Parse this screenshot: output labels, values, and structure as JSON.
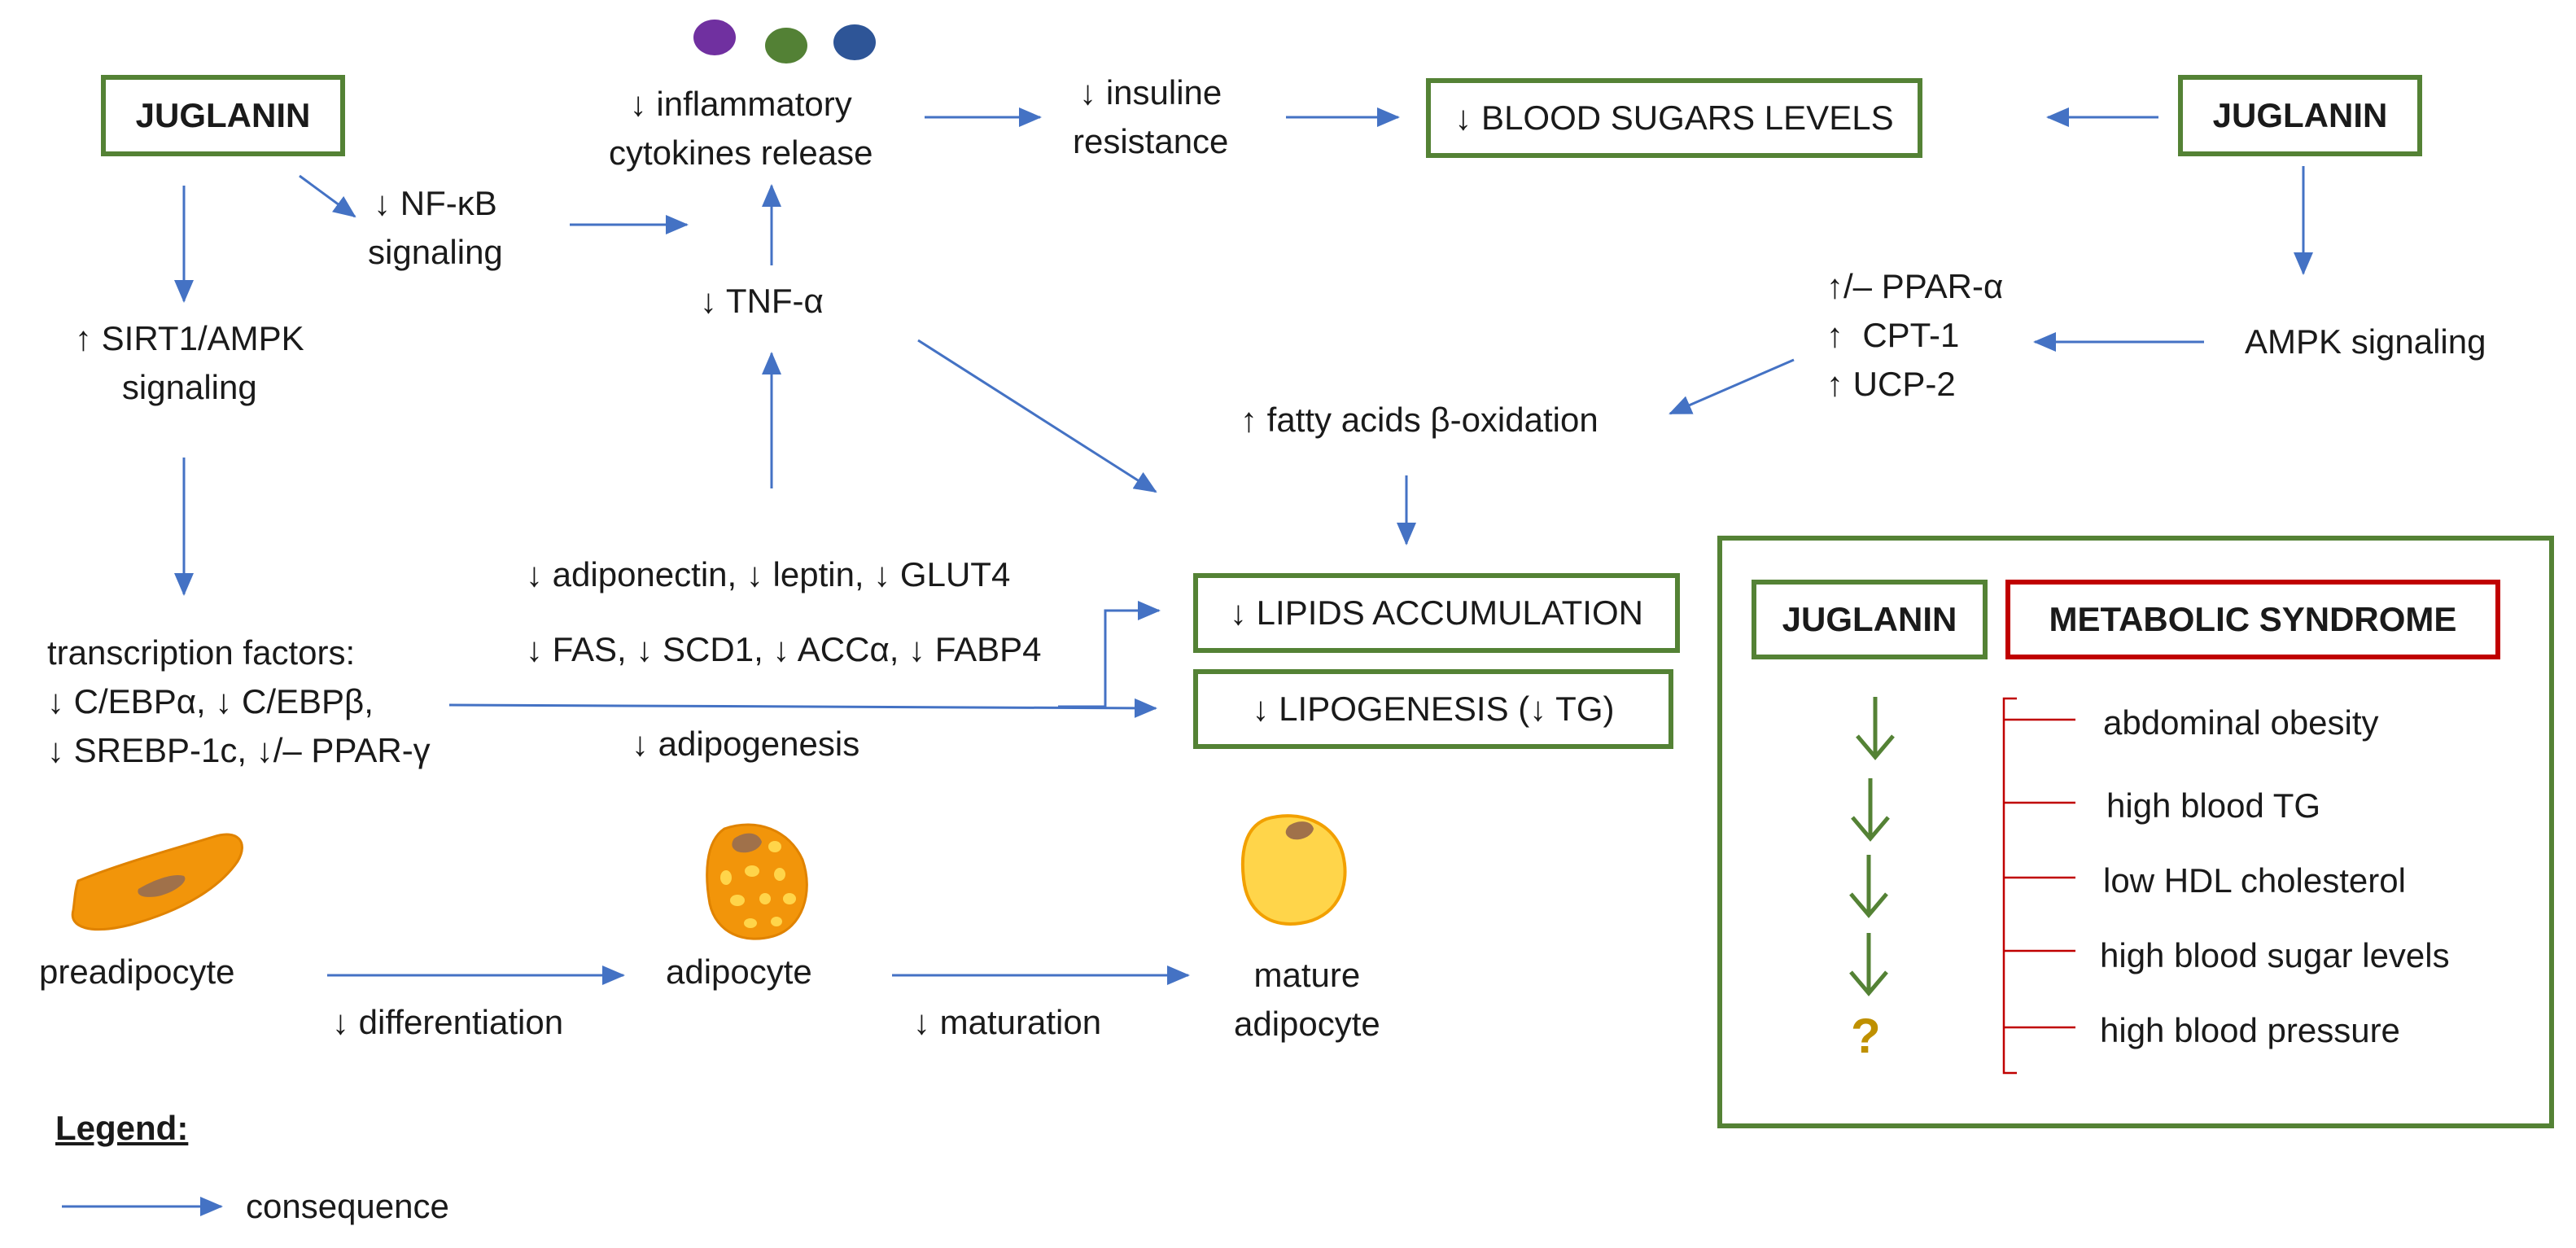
{
  "juglanin_left": "JUGLANIN",
  "juglanin_right": "JUGLANIN",
  "nfkb": "↓ NF-κB\nsignaling",
  "sirt1": "↑ SIRT1/AMPK\nsignaling",
  "cytokines": "↓ inflammatory\ncytokines release",
  "tnf": "↓ TNF-α",
  "insulin": "↓ insuline\nresistance",
  "blood_sugars": "↓ BLOOD SUGARS LEVELS",
  "ppar": "↑/– PPAR-α\n↑  CPT-1\n↑ UCP-2",
  "ampk": "AMPK signaling",
  "fatty_acids": "↑ fatty acids β-oxidation",
  "adiponectin": "↓ adiponectin, ↓ leptin, ↓ GLUT4",
  "fas": "↓ FAS, ↓ SCD1, ↓ ACCα, ↓ FABP4",
  "transcription": "transcription factors:\n↓ C/EBPα, ↓ C/EBPβ,\n↓ SREBP-1c, ↓/– PPAR-γ",
  "adipogenesis": "↓ adipogenesis",
  "lipids_accumulation": "↓ LIPIDS ACCUMULATION",
  "lipogenesis": "↓ LIPOGENESIS (↓ TG)",
  "preadipocyte": "preadipocyte",
  "differentiation": "↓ differentiation",
  "adipocyte": "adipocyte",
  "maturation": "↓ maturation",
  "mature_adipocyte": "mature\nadipocyte",
  "legend_title": "Legend:",
  "legend_consequence": "consequence",
  "panel": {
    "juglanin": "JUGLANIN",
    "metabolic_syndrome": "METABOLIC SYNDROME",
    "items": [
      "abdominal obesity",
      "high blood TG",
      "low HDL cholesterol",
      "high blood sugar levels",
      "high blood pressure"
    ],
    "question_mark": "?"
  },
  "colors": {
    "arrow": "#4472c4",
    "green": "#548235",
    "red": "#c00000",
    "gold": "#bf9000",
    "dot_purple": "#7030a0",
    "dot_green": "#538135",
    "dot_blue": "#2e5597"
  }
}
